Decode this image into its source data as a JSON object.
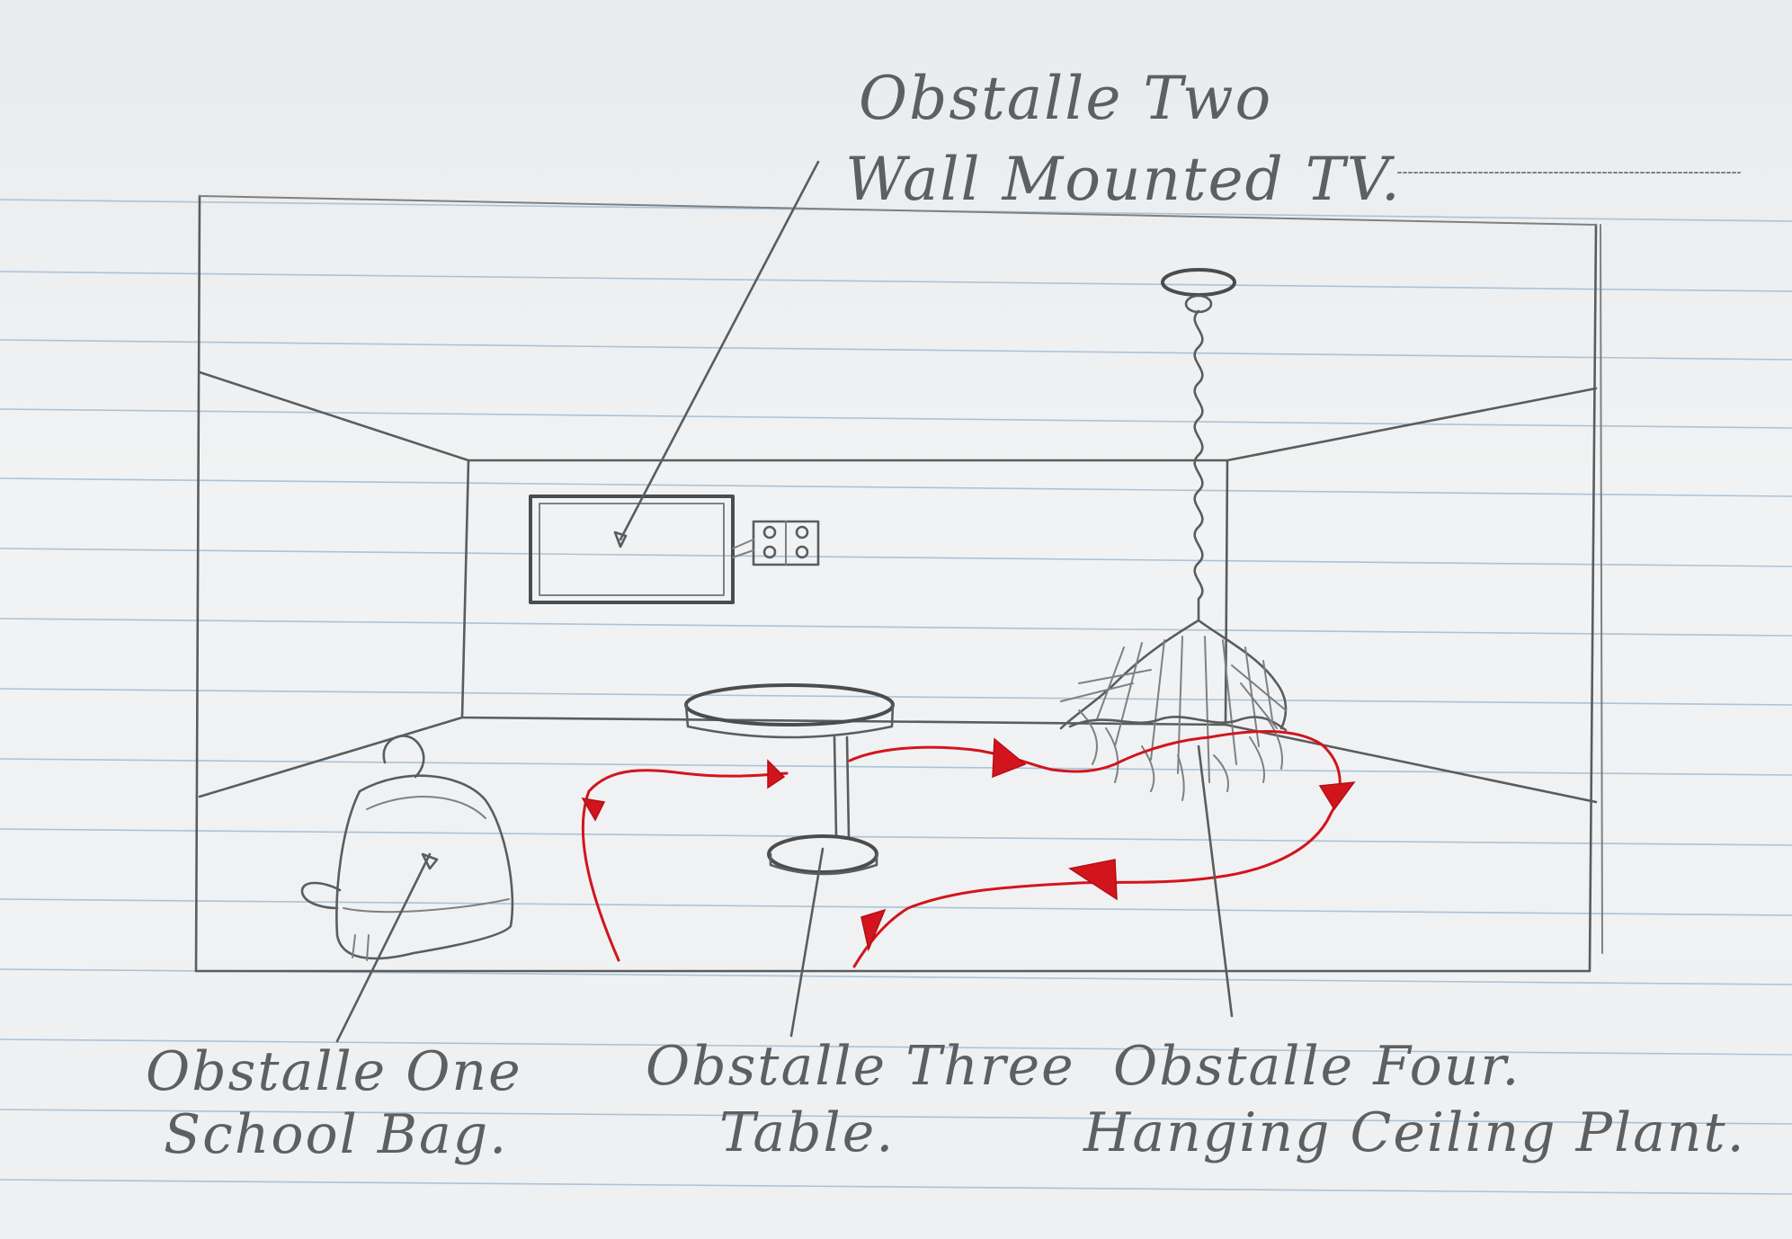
{
  "labels": {
    "obstacle_two_line1": "Obstalle Two",
    "obstacle_two_line2": "Wall Mounted TV.",
    "obstacle_one_line1": "Obstalle One",
    "obstacle_one_line2": "School Bag.",
    "obstacle_three_line1": "Obstalle Three",
    "obstacle_three_line2": "Table.",
    "obstacle_four_line1": "Obstalle Four.",
    "obstacle_four_line2": "Hanging Ceiling Plant."
  },
  "colors": {
    "pencil": "#5a5c5e",
    "path_arrow": "#d2151c",
    "paper_rule": "#a9c3d9"
  },
  "icons": {
    "tv": "tv-icon",
    "wall-socket": "socket-icon",
    "school-bag": "backpack-icon",
    "table": "table-icon",
    "plant": "plant-icon"
  }
}
